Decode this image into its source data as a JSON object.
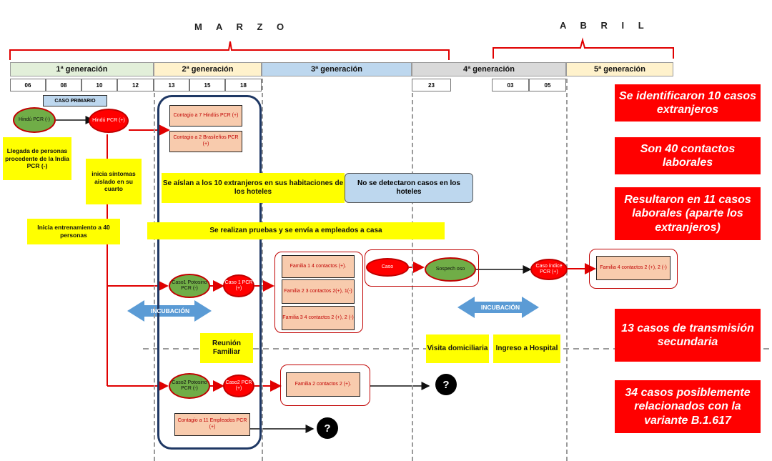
{
  "months": {
    "march": "M A R Z O",
    "april": "A B R I L"
  },
  "generations": [
    {
      "label": "1ª generación",
      "color": "#e2efd9"
    },
    {
      "label": "2ª generación",
      "color": "#fff2cc"
    },
    {
      "label": "3ª generación",
      "color": "#bdd7ee"
    },
    {
      "label": "4ª generación",
      "color": "#d9d9d9"
    },
    {
      "label": "5ª generación",
      "color": "#fff2cc"
    }
  ],
  "days": [
    "06",
    "08",
    "10",
    "12",
    "13",
    "15",
    "18",
    "23",
    "03",
    "05"
  ],
  "caso_primario": "CASO PRIMARIO",
  "nodes": {
    "hindu1": "Hindú PCR (-)",
    "hindu2": "Hindú PCR (+)",
    "contagio7": "Contagio a 7 Hindús PCR (+)",
    "contagio2": "Contagio a 2 Brasileños PCR (+)",
    "caso1_potosino": "Caso1 Potosino PCR (-)",
    "caso1": "Caso 1 PCR (+)",
    "familia1": "Familia 1 4 contactos (+).",
    "familia2": "Familia 2 3 contactos 2(+), 1(-)",
    "familia3": "Familia 3 4 contactos 2 (+), 2 (-)",
    "caso4": "Caso",
    "sospechoso": "Sospech oso",
    "caso_indice": "Caso índice PCR (+)",
    "familia5": "Familia 4 contactos 2 (+), 2 (-)",
    "caso2_potosino": "Caso2 Potosino PCR (-)",
    "caso2": "Caso2 PCR (+)",
    "familia_caso2": "Familia 2 contactos 2 (+).",
    "contagio11": "Contagio a 11 Empleados PCR (+)",
    "unknown": "?"
  },
  "notes": {
    "llegada": "Llegada de personas procedente de la India PCR (-)",
    "inicia_sintomas": "inicia síntomas aislado en su cuarto",
    "entrenamiento": "Inicia entrenamiento a 40 personas",
    "aislan": "Se aíslan a los 10 extranjeros en sus habitaciones de los hoteles",
    "no_detectaron": "No se detectaron casos en los hoteles",
    "pruebas": "Se realizan pruebas y se envía a empleados a casa",
    "reunion": "Reunión Familiar",
    "visita": "Visita domiciliaria",
    "ingreso": "Ingreso a Hospital",
    "incubacion1": "INCUBACIÓN",
    "incubacion2": "INCUBACIÓN"
  },
  "summary": [
    "Se identificaron 10 casos extranjeros",
    "Son 40 contactos laborales",
    "Resultaron en 11 casos laborales (aparte los extranjeros)",
    "13 casos de transmisión secundaria",
    "34 casos posiblemente relacionados con la variante B.1.617"
  ],
  "colors": {
    "red": "#ff0000",
    "yellow": "#ffff00",
    "green": "#70ad47",
    "peach": "#f8cbad",
    "incubation": "#5b9bd5",
    "navy": "#1f3864"
  }
}
